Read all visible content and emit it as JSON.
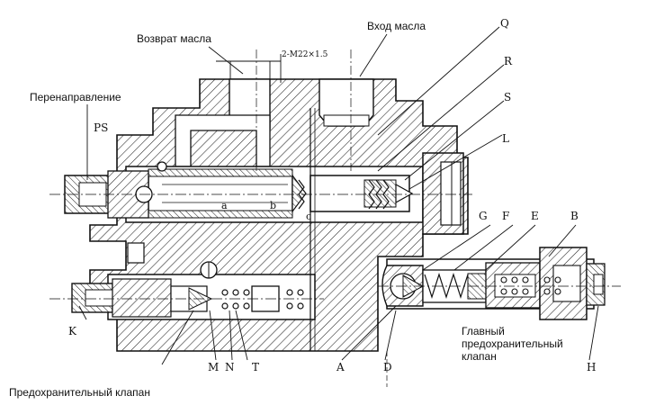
{
  "labels": {
    "return_oil": "Возврат масла",
    "oil_inlet": "Вход масла",
    "thread": "2-M22×1.5",
    "redirection": "Перенаправление",
    "ps": "PS",
    "main_relief_l1": "Главный",
    "main_relief_l2": "предохранительный",
    "main_relief_l3": "клапан",
    "relief_valve": "Предохранительный клапан"
  },
  "letters": {
    "Q": "Q",
    "R": "R",
    "S": "S",
    "L": "L",
    "G": "G",
    "F": "F",
    "E": "E",
    "B": "B",
    "K": "K",
    "M": "M",
    "N": "N",
    "T": "T",
    "A": "A",
    "D": "D",
    "H": "H",
    "a": "a",
    "b": "b",
    "c": "c"
  },
  "colors": {
    "line": "#111111",
    "hatch": "#222222",
    "background": "#ffffff"
  }
}
